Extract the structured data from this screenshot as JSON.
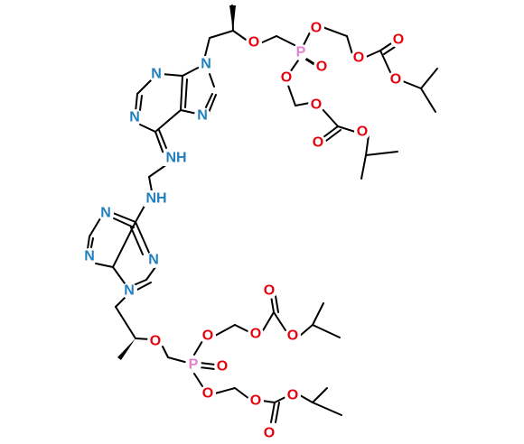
{
  "colors": {
    "N": "#1f7fbf",
    "O": "#e8000b",
    "P": "#e67fd0",
    "bond": "#000000",
    "background": "#ffffff"
  },
  "labels": {
    "N": "N",
    "NH": "NH",
    "O": "O",
    "P": "P"
  }
}
